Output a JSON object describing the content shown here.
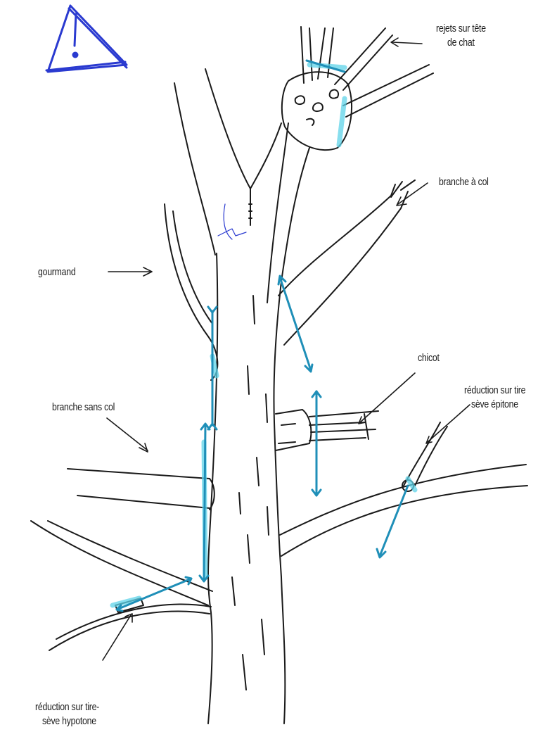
{
  "labels": {
    "rejets_1": "rejets sur tête",
    "rejets_2": "de chat",
    "branche_col": "branche à col",
    "gourmand": "gourmand",
    "chicot": "chicot",
    "reduction_epitone_1": "réduction sur tire",
    "reduction_epitone_2": "sève épitone",
    "branche_sans_col": "branche sans col",
    "reduction_hypotone_1": "réduction sur tire-",
    "reduction_hypotone_2": "sève hypotone"
  },
  "colors": {
    "ink": "#1a1a1a",
    "cut_line": "#1f8fb8",
    "highlight": "#5fd3e8",
    "warning": "#2a3ad0"
  },
  "icons": {
    "warning": "warning-triangle-icon"
  }
}
